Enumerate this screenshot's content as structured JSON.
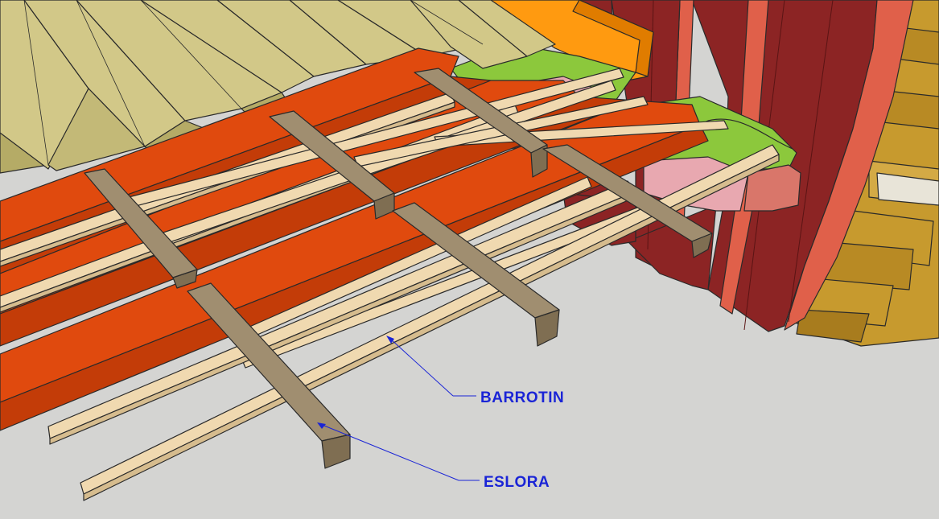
{
  "labels": {
    "barrotin": "BARROTIN",
    "eslora": "ESLORA"
  },
  "colors": {
    "background": "#d4d4d2",
    "deck_plank": "#d2c888",
    "deck_plank_side": "#b5ab66",
    "frame_beam": "#e04a0e",
    "frame_beam_dark": "#c33c08",
    "eslora_top": "#a08e70",
    "eslora_side": "#7f6e52",
    "barrotin_top": "#f0d9b0",
    "barrotin_side": "#d6bc8e",
    "hull_frame": "#8c2424",
    "hull_frame_edge": "#e0604a",
    "hull_planking": "#c79a2e",
    "knee_green": "#8cc83c",
    "knee_pink": "#e8a8b0",
    "clamp_orange": "#ff9a10",
    "callout_text": "#1a24d6"
  },
  "icons": {
    "leader": "callout-leader-line"
  }
}
